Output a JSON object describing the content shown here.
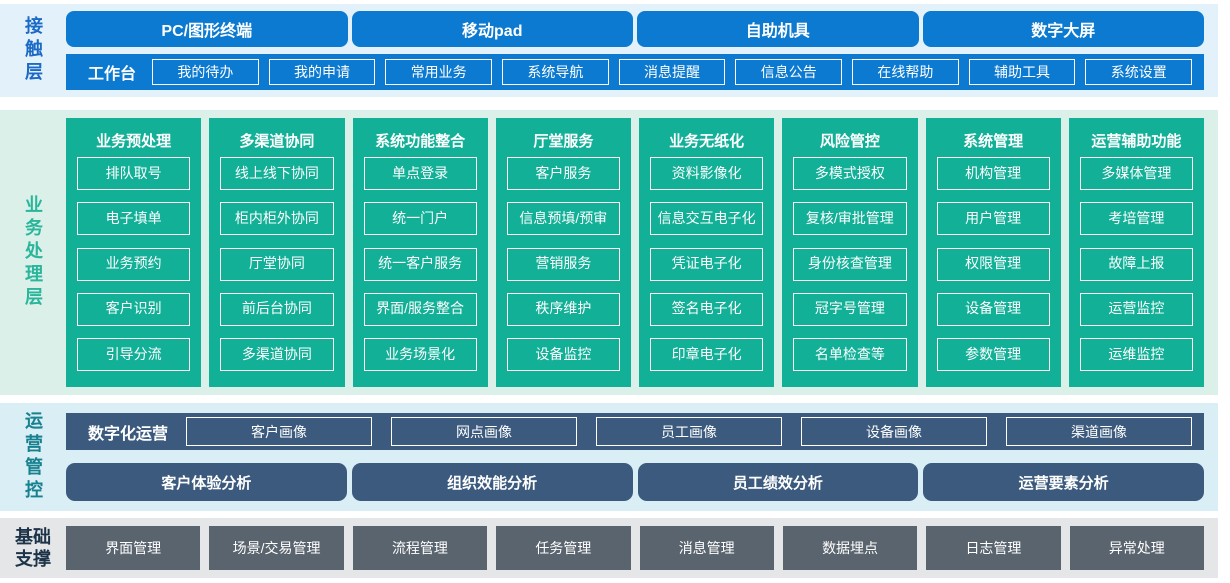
{
  "contact": {
    "label": "接触层",
    "terminals": [
      "PC/图形终端",
      "移动pad",
      "自助机具",
      "数字大屏"
    ],
    "workbench": {
      "label": "工作台",
      "items": [
        "我的待办",
        "我的申请",
        "常用业务",
        "系统导航",
        "消息提醒",
        "信息公告",
        "在线帮助",
        "辅助工具",
        "系统设置"
      ]
    }
  },
  "business": {
    "label": "业务处理层",
    "columns": [
      {
        "title": "业务预处理",
        "items": [
          "排队取号",
          "电子填单",
          "业务预约",
          "客户识别",
          "引导分流"
        ]
      },
      {
        "title": "多渠道协同",
        "items": [
          "线上线下协同",
          "柜内柜外协同",
          "厅堂协同",
          "前后台协同",
          "多渠道协同"
        ]
      },
      {
        "title": "系统功能整合",
        "items": [
          "单点登录",
          "统一门户",
          "统一客户服务",
          "界面/服务整合",
          "业务场景化"
        ]
      },
      {
        "title": "厅堂服务",
        "items": [
          "客户服务",
          "信息预填/预审",
          "营销服务",
          "秩序维护",
          "设备监控"
        ]
      },
      {
        "title": "业务无纸化",
        "items": [
          "资料影像化",
          "信息交互电子化",
          "凭证电子化",
          "签名电子化",
          "印章电子化"
        ]
      },
      {
        "title": "风险管控",
        "items": [
          "多模式授权",
          "复核/审批管理",
          "身份核查管理",
          "冠字号管理",
          "名单检查等"
        ]
      },
      {
        "title": "系统管理",
        "items": [
          "机构管理",
          "用户管理",
          "权限管理",
          "设备管理",
          "参数管理"
        ]
      },
      {
        "title": "运营辅助功能",
        "items": [
          "多媒体管理",
          "考培管理",
          "故障上报",
          "运营监控",
          "运维监控"
        ]
      }
    ]
  },
  "operations": {
    "label": "运营管控",
    "digital": {
      "label": "数字化运营",
      "items": [
        "客户画像",
        "网点画像",
        "员工画像",
        "设备画像",
        "渠道画像"
      ]
    },
    "analysis": [
      "客户体验分析",
      "组织效能分析",
      "员工绩效分析",
      "运营要素分析"
    ]
  },
  "foundation": {
    "label": "基础支撑",
    "items": [
      "界面管理",
      "场景/交易管理",
      "流程管理",
      "任务管理",
      "消息管理",
      "数据埋点",
      "日志管理",
      "异常处理"
    ]
  },
  "colors": {
    "primary_blue": "#0c7ad0",
    "teal_green": "#13b098",
    "slate_blue": "#3b5a7d",
    "slate_gray": "#5a646e",
    "contact_bg": "#e3f1fb",
    "business_bg": "#dcf0ea",
    "operations_bg": "#d9eef5",
    "foundation_bg": "#e4e6e8",
    "contact_label_text": "#1b6ac6",
    "business_label_text": "#2ab69a",
    "operations_label_text": "#17818f",
    "foundation_label_text": "#1d3348"
  }
}
